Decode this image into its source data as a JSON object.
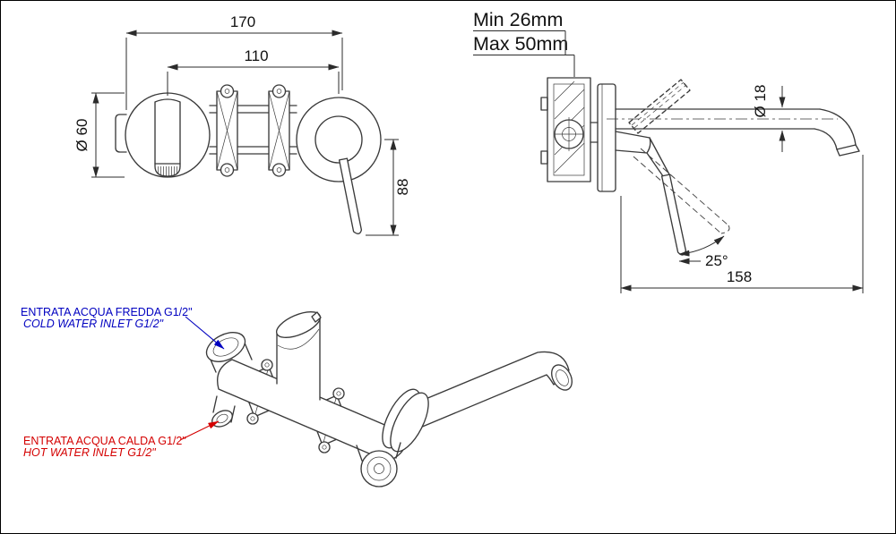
{
  "views": {
    "front": {
      "dim_total_width": "170",
      "dim_center_distance": "110",
      "dim_body_diameter": "Ø 60",
      "dim_handle_drop": "88"
    },
    "side": {
      "wall_thickness_min": "Min 26mm",
      "wall_thickness_max": "Max 50mm",
      "dim_spout_diameter": "Ø 18",
      "dim_handle_angle": "25°",
      "dim_spout_reach": "158"
    },
    "iso": {
      "cold_inlet_label_it": "ENTRATA ACQUA FREDDA G1/2\"",
      "cold_inlet_label_en": "COLD WATER INLET G1/2\"",
      "hot_inlet_label_it": "ENTRATA ACQUA CALDA G1/2\"",
      "hot_inlet_label_en": "HOT WATER INLET G1/2\""
    }
  },
  "colors": {
    "line": "#2b2b2b",
    "cold_label": "#0000c0",
    "hot_label": "#d40000"
  }
}
